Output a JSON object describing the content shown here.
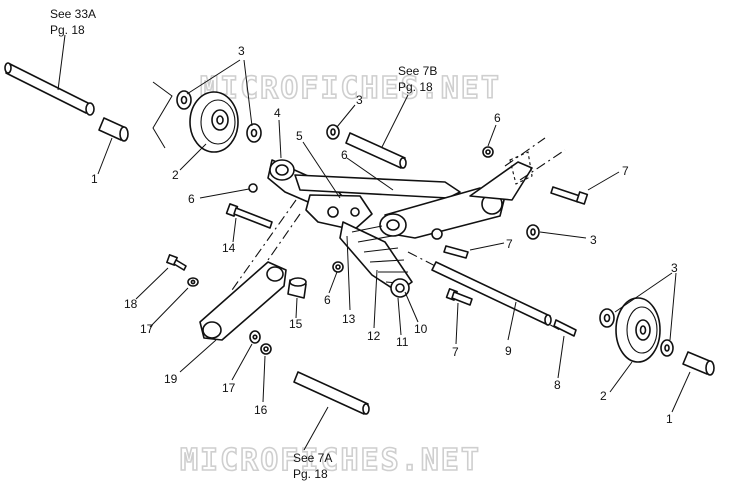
{
  "watermark": {
    "text": "MICROFICHES.NET"
  },
  "notes": [
    {
      "id": "see33a",
      "line1": "See 33A",
      "line2": "Pg. 18"
    },
    {
      "id": "see7b",
      "line1": "See 7B",
      "line2": "Pg. 18"
    },
    {
      "id": "see7a",
      "line1": "See 7A",
      "line2": "Pg. 18"
    }
  ],
  "callouts": [
    "3",
    "1",
    "2",
    "4",
    "3",
    "5",
    "6",
    "6",
    "6",
    "7",
    "14",
    "7",
    "3",
    "18",
    "17",
    "15",
    "6",
    "13",
    "12",
    "11",
    "10",
    "7",
    "9",
    "8",
    "3",
    "19",
    "17",
    "16",
    "2",
    "1"
  ]
}
